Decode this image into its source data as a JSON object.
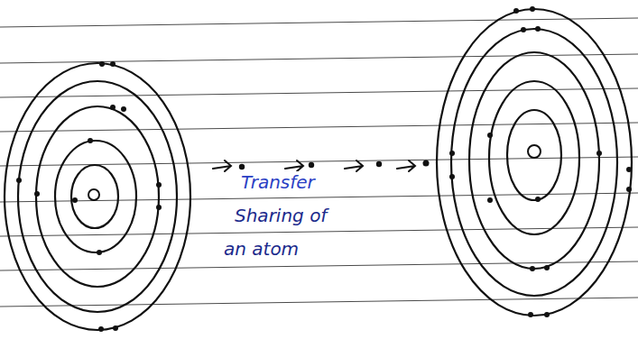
{
  "diagram": {
    "labels": [
      "Transfer",
      "Sharing of",
      "an atom"
    ]
  }
}
